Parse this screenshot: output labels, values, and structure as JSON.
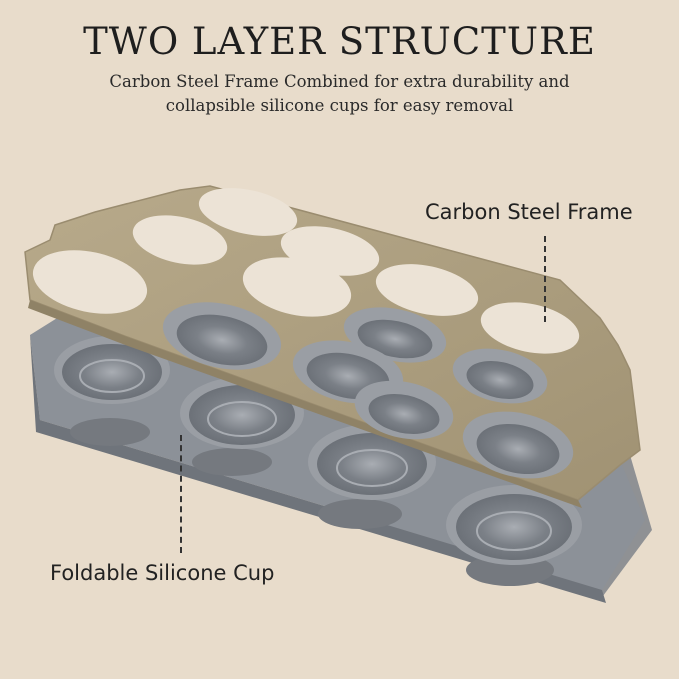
{
  "header": {
    "title": "TWO LAYER STRUCTURE",
    "subtitle_line1": "Carbon Steel Frame Combined for extra durability and",
    "subtitle_line2": "collapsible silicone cups for easy removal"
  },
  "callouts": {
    "frame_label": "Carbon Steel Frame",
    "cup_label": "Foldable Silicone Cup"
  },
  "colors": {
    "background": "#e8dccb",
    "frame_gold": "#a89a7c",
    "silicone_gray": "#8c9198"
  }
}
